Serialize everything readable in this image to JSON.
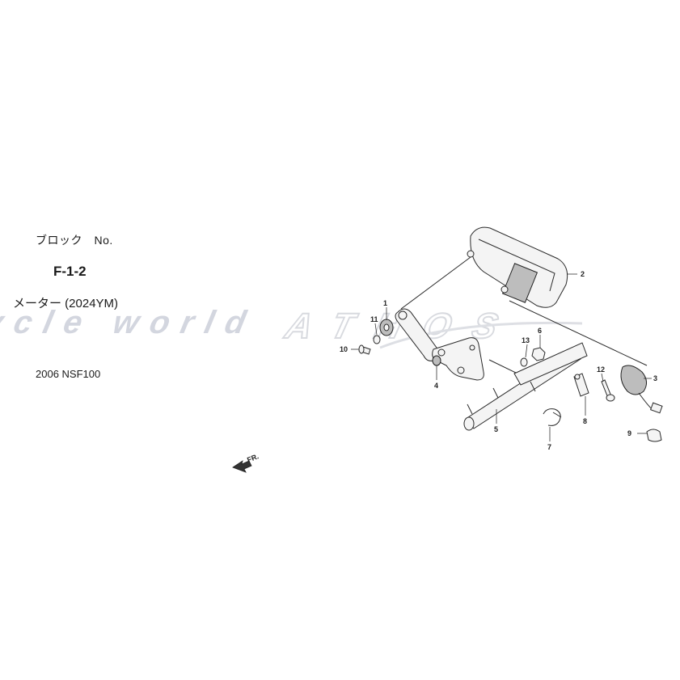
{
  "header": {
    "block_label": "ブロック　No.",
    "block_code": "F-1-2",
    "part_name": "メーター (2024YM)",
    "model": "2006 NSF100"
  },
  "watermarks": {
    "left_logo": "cycle world",
    "right_logo": "ATHOS"
  },
  "direction": {
    "label": "FR."
  },
  "callouts": [
    {
      "id": "c1",
      "label": "1"
    },
    {
      "id": "c2",
      "label": "2"
    },
    {
      "id": "c3",
      "label": "3"
    },
    {
      "id": "c4",
      "label": "4"
    },
    {
      "id": "c5",
      "label": "5"
    },
    {
      "id": "c6",
      "label": "6"
    },
    {
      "id": "c7",
      "label": "7"
    },
    {
      "id": "c8",
      "label": "8"
    },
    {
      "id": "c9",
      "label": "9"
    },
    {
      "id": "c10",
      "label": "10"
    },
    {
      "id": "c11",
      "label": "11"
    },
    {
      "id": "c12",
      "label": "12"
    },
    {
      "id": "c13",
      "label": "13"
    }
  ],
  "colors": {
    "watermark": "#cfd2dc",
    "line": "#2a2a2a"
  }
}
